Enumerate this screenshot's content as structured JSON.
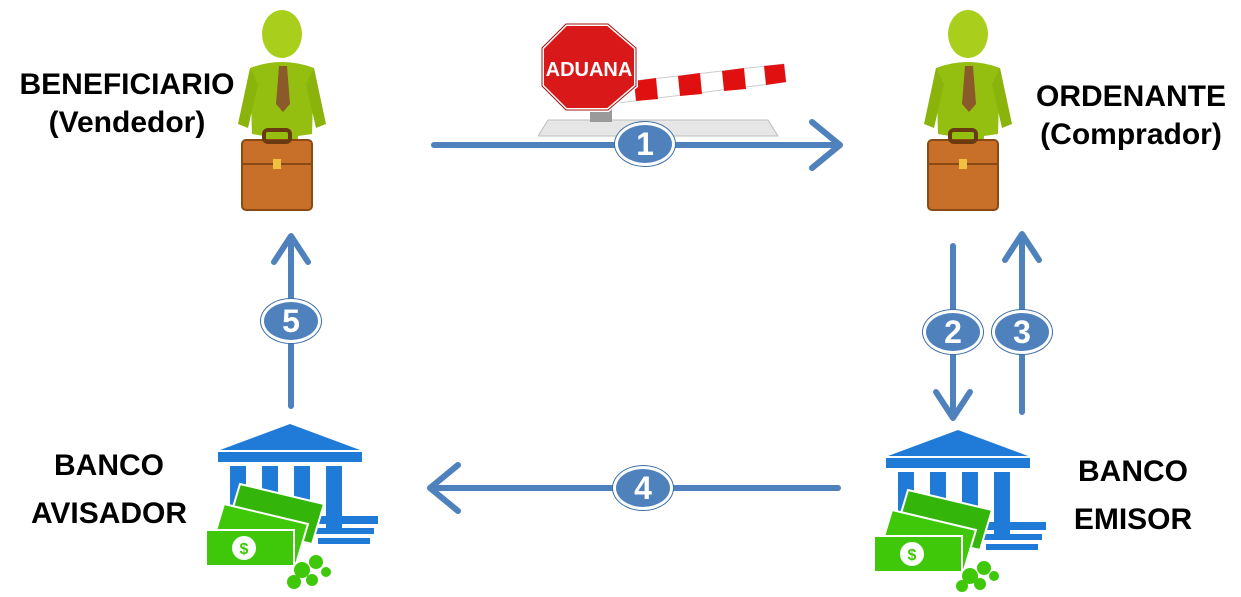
{
  "parties": {
    "beneficiary": {
      "line1": "BENEFICIARIO",
      "line2": "(Vendedor)"
    },
    "orderer": {
      "line1": "ORDENANTE",
      "line2": "(Comprador)"
    },
    "advising_bank": {
      "line1": "BANCO",
      "line2": "AVISADOR"
    },
    "issuing_bank": {
      "line1": "BANCO",
      "line2": "EMISOR"
    }
  },
  "customs": {
    "sign_text": "ADUANA"
  },
  "steps": [
    "1",
    "2",
    "3",
    "4",
    "5"
  ],
  "icons": {
    "person": "businessman-icon",
    "bank": "bank-building-icon",
    "money": "dollar-bills-icon"
  },
  "colors": {
    "arrow": "#4f81bd",
    "badge": "#4f81bd",
    "person": "#a9cf1c",
    "briefcase": "#c8702a",
    "bank": "#1f7ad8",
    "money": "#3fc80a"
  }
}
